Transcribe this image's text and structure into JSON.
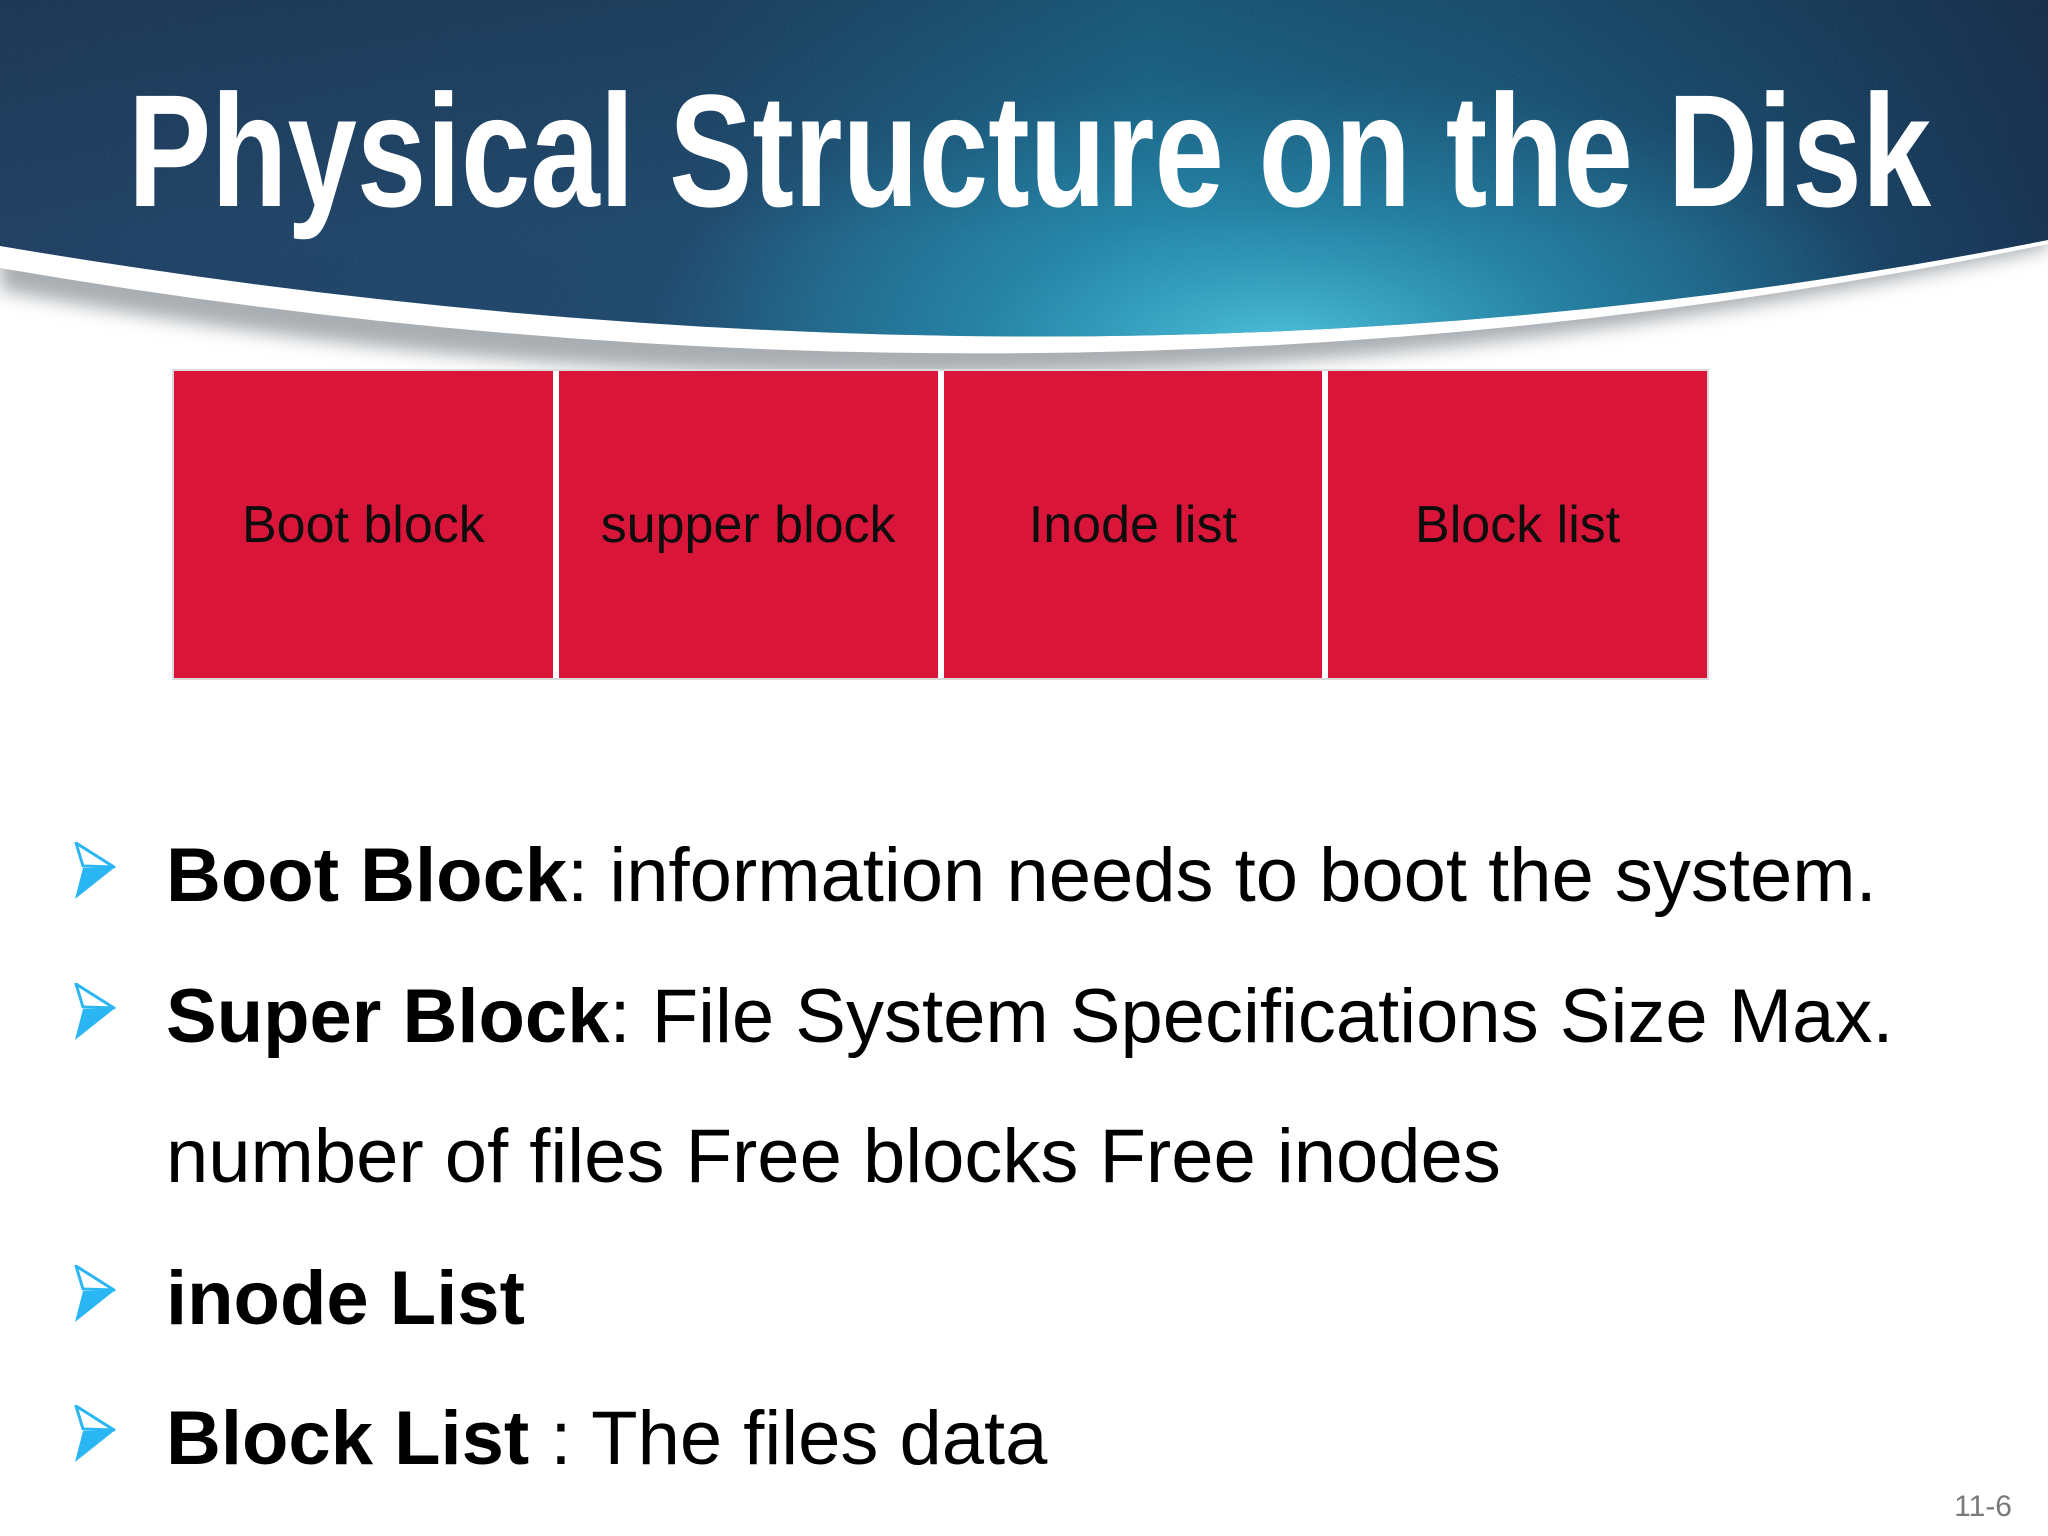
{
  "slide": {
    "title": "Physical Structure on the Disk",
    "page_number": "11-6"
  },
  "disk_diagram": {
    "blocks": [
      "Boot block",
      "supper block",
      "Inode list",
      "Block list"
    ],
    "block_color": "#d9163a",
    "divider_color": "#ffffff",
    "label_color": "#0d0d0d"
  },
  "bullets": [
    {
      "term": "Boot Block",
      "rest": ": information needs to boot the system.",
      "line2": ""
    },
    {
      "term": "Super Block",
      "rest": ": File System Specifications Size Max.",
      "line2": "number of files Free blocks Free inodes"
    },
    {
      "term": "inode List",
      "rest": "",
      "line2": ""
    },
    {
      "term": "Block List",
      "rest": " : The files data",
      "line2": ""
    }
  ],
  "colors": {
    "banner_navy": "#183a5f",
    "banner_teal_glow": "#49c6e0",
    "bullet_arrow_cyan": "#2ab6f2",
    "title_text": "#ffffff",
    "body_text": "#000000",
    "page_number_gray": "#77797c"
  }
}
